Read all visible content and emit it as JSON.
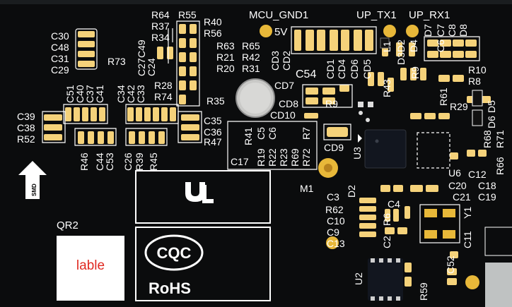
{
  "board": {
    "silk_color": "#ffffff",
    "pcb_color": "#0b0c0d",
    "pad_color": "#f5d27a",
    "gold_color": "#e8b839",
    "chip_color": "#12161f"
  },
  "labels": {
    "mcu_gnd": "MCU_GND1",
    "up_tx": "UP_TX1",
    "up_rx": "UP_RX1",
    "v5": "5V",
    "m1": "M1",
    "u2": "U2",
    "u3": "U3",
    "u6": "U6",
    "y1": "Y1",
    "qr": "QR2",
    "smd": "SMD",
    "cqc": "CQC",
    "rohs": "RoHS",
    "sticker": "lable",
    "refs": [
      "R64",
      "R55",
      "R40",
      "R37",
      "R56",
      "R34",
      "C30",
      "C48",
      "C31",
      "C29",
      "R73",
      "C49",
      "C27",
      "C24",
      "R63",
      "R65",
      "R21",
      "R42",
      "R20",
      "R31",
      "R28",
      "R74",
      "R35",
      "C51",
      "C40",
      "C37",
      "C41",
      "C34",
      "C42",
      "C33",
      "C39",
      "C38",
      "R52",
      "C35",
      "C36",
      "R47",
      "R46",
      "C44",
      "C53",
      "C26",
      "R39",
      "R45",
      "CD3",
      "CD2",
      "C54",
      "CD7",
      "CD1",
      "CD4",
      "CD6",
      "CD5",
      "CD8",
      "CD10",
      "R9",
      "CD9",
      "R43",
      "L1",
      "D3",
      "D2",
      "D4",
      "D7",
      "C7",
      "C8",
      "C6",
      "D8",
      "R10",
      "R8",
      "R61",
      "R29",
      "D5",
      "D6",
      "R68",
      "R71",
      "R66",
      "C12",
      "C18",
      "C19",
      "C20",
      "C21",
      "R41",
      "R19",
      "R22",
      "R23",
      "R69",
      "R72",
      "C5",
      "C6",
      "R7",
      "C17",
      "C3",
      "D2",
      "R62",
      "C10",
      "C9",
      "C13",
      "C2",
      "R6",
      "C4",
      "C11",
      "C52",
      "R59"
    ]
  }
}
